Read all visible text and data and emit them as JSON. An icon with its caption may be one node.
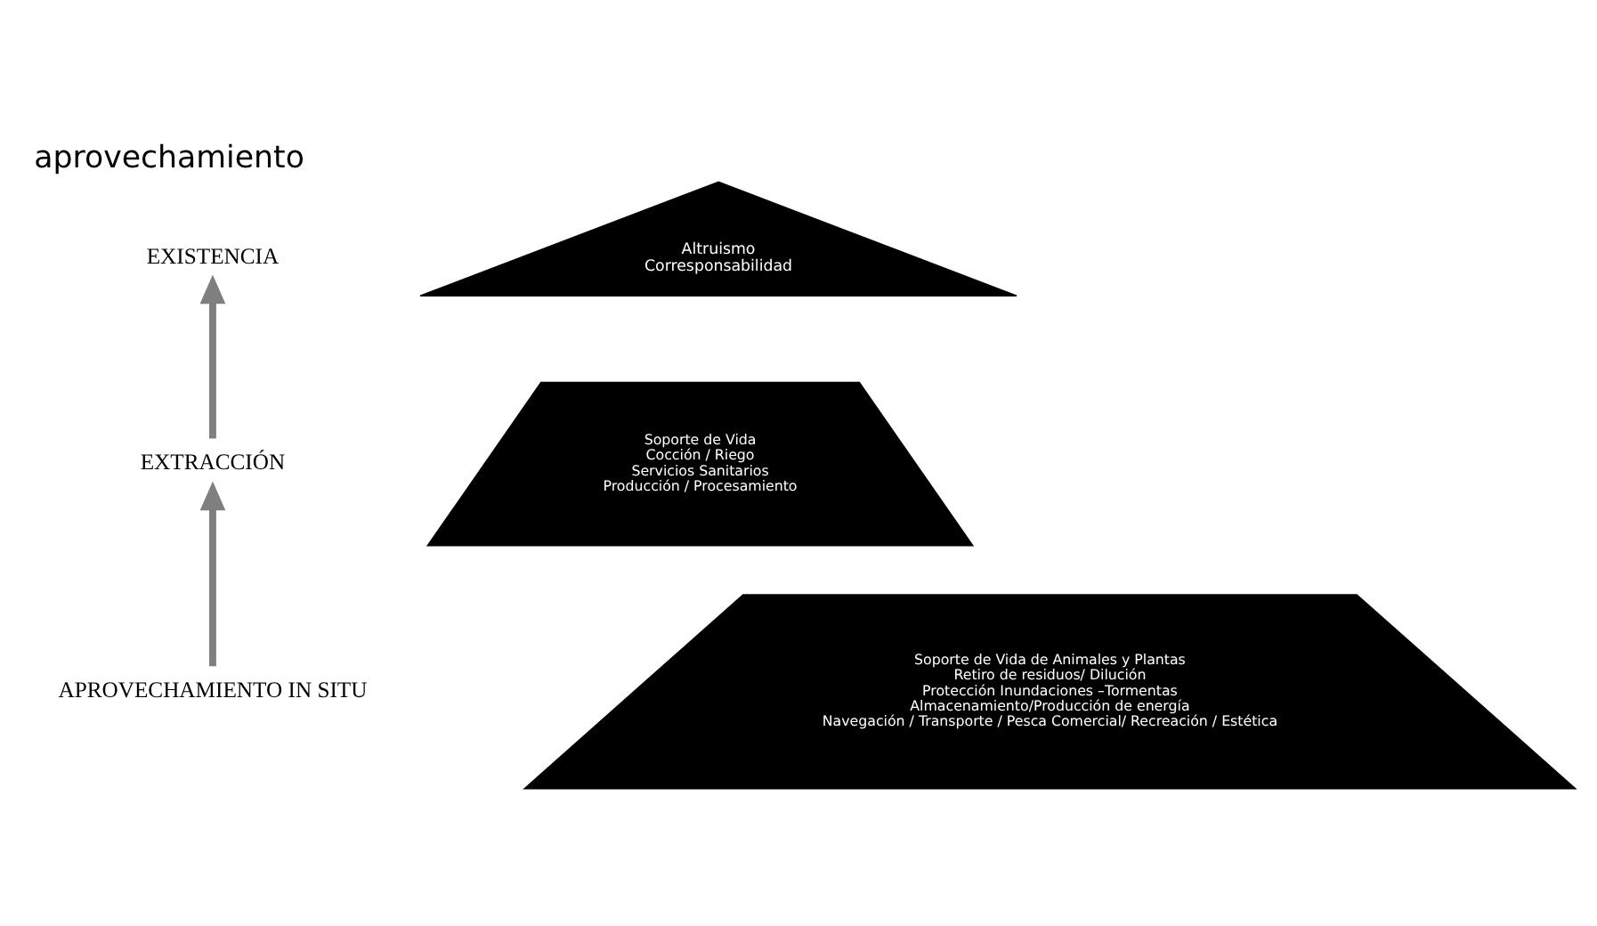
{
  "diagram": {
    "title": "aprovechamiento",
    "nodes": [
      {
        "text": [
          "EXISTENCIA"
        ]
      },
      {
        "text": [
          "EXTRACCIÓN"
        ]
      },
      {
        "text": [
          "APROVECHAMIENTO IN SITU"
        ]
      },
      {
        "text": [
          "Altruismo",
          "Corresponsabilidad"
        ]
      },
      {
        "text": [
          "Soporte de Vida",
          "Cocción / Riego",
          "Servicios Sanitarios",
          "Producción / Procesamiento"
        ]
      },
      {
        "text": [
          "Soporte de Vida de Animales y Plantas",
          "Retiro de residuos/ Dilución",
          "Protección Inundaciones –Tormentas",
          "Almacenamiento/Producción de energía",
          "Navegación / Transporte / Pesca Comercial/ Recreación / Estética"
        ]
      }
    ],
    "edges": [
      {
        "from": 2,
        "to": 1,
        "arrow": "to"
      },
      {
        "from": 1,
        "to": 0,
        "arrow": "to"
      }
    ]
  }
}
